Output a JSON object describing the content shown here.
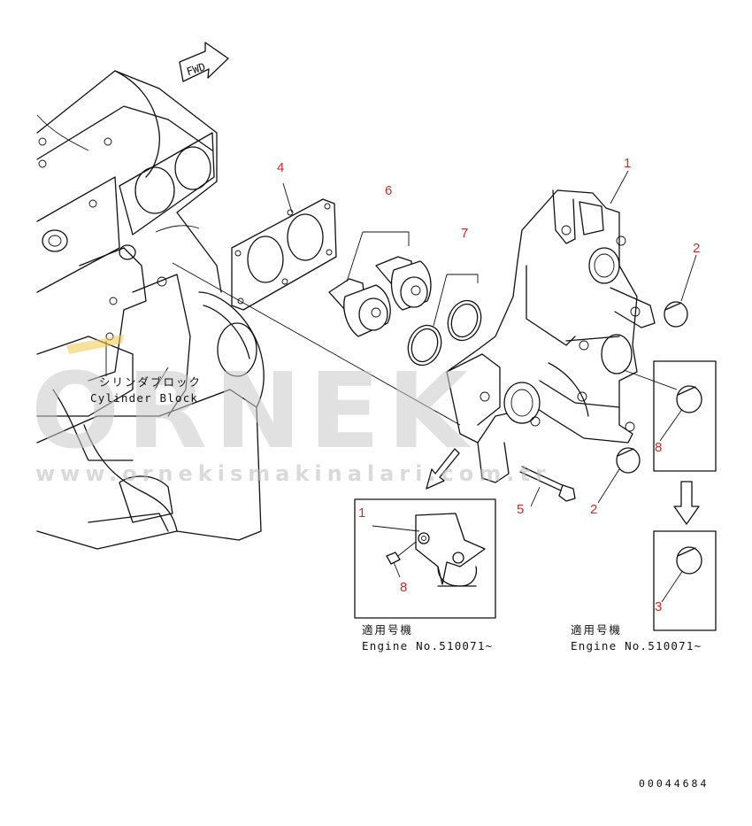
{
  "diagram": {
    "direction_label": "FWD",
    "cylinder_block_jp": "シリンダブロック",
    "cylinder_block_en": "Cylinder Block",
    "watermark": "ORNEK",
    "watermark_url": "www.ornekismakinalari.com.tr",
    "drawing_code": "00044684",
    "callouts": {
      "c1": "1",
      "c2a": "2",
      "c2b": "2",
      "c3": "3",
      "c4": "4",
      "c5": "5",
      "c6": "6",
      "c7": "7",
      "c8a": "8",
      "c8b": "8",
      "c1b": "1"
    },
    "inset_left": {
      "applies_jp": "適用号機",
      "engine_no": "Engine No.510071~"
    },
    "inset_right": {
      "applies_jp": "適用号機",
      "engine_no": "Engine No.510071~"
    }
  }
}
